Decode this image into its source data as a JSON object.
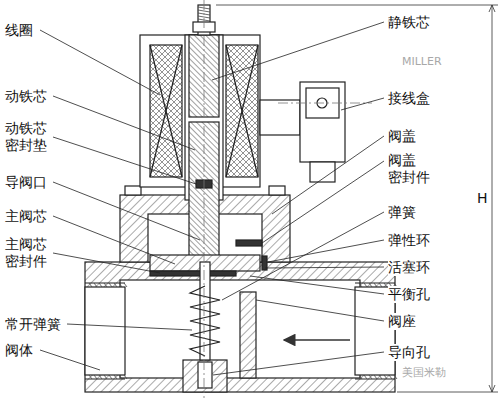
{
  "diagram": {
    "labels": [
      "线圈",
      "动铁芯",
      "动铁芯 密封垫",
      "导阀口",
      "主阀芯",
      "主阀芯 密封件",
      "常开弹簧",
      "阀体",
      "静铁芯",
      "接线盒",
      "阀盖",
      "阀盖 密封件",
      "弹簧",
      "弹性环",
      "活塞环",
      "平衡孔",
      "阀座",
      "导向孔",
      "H",
      "MILLER",
      "美国米勒"
    ]
  }
}
